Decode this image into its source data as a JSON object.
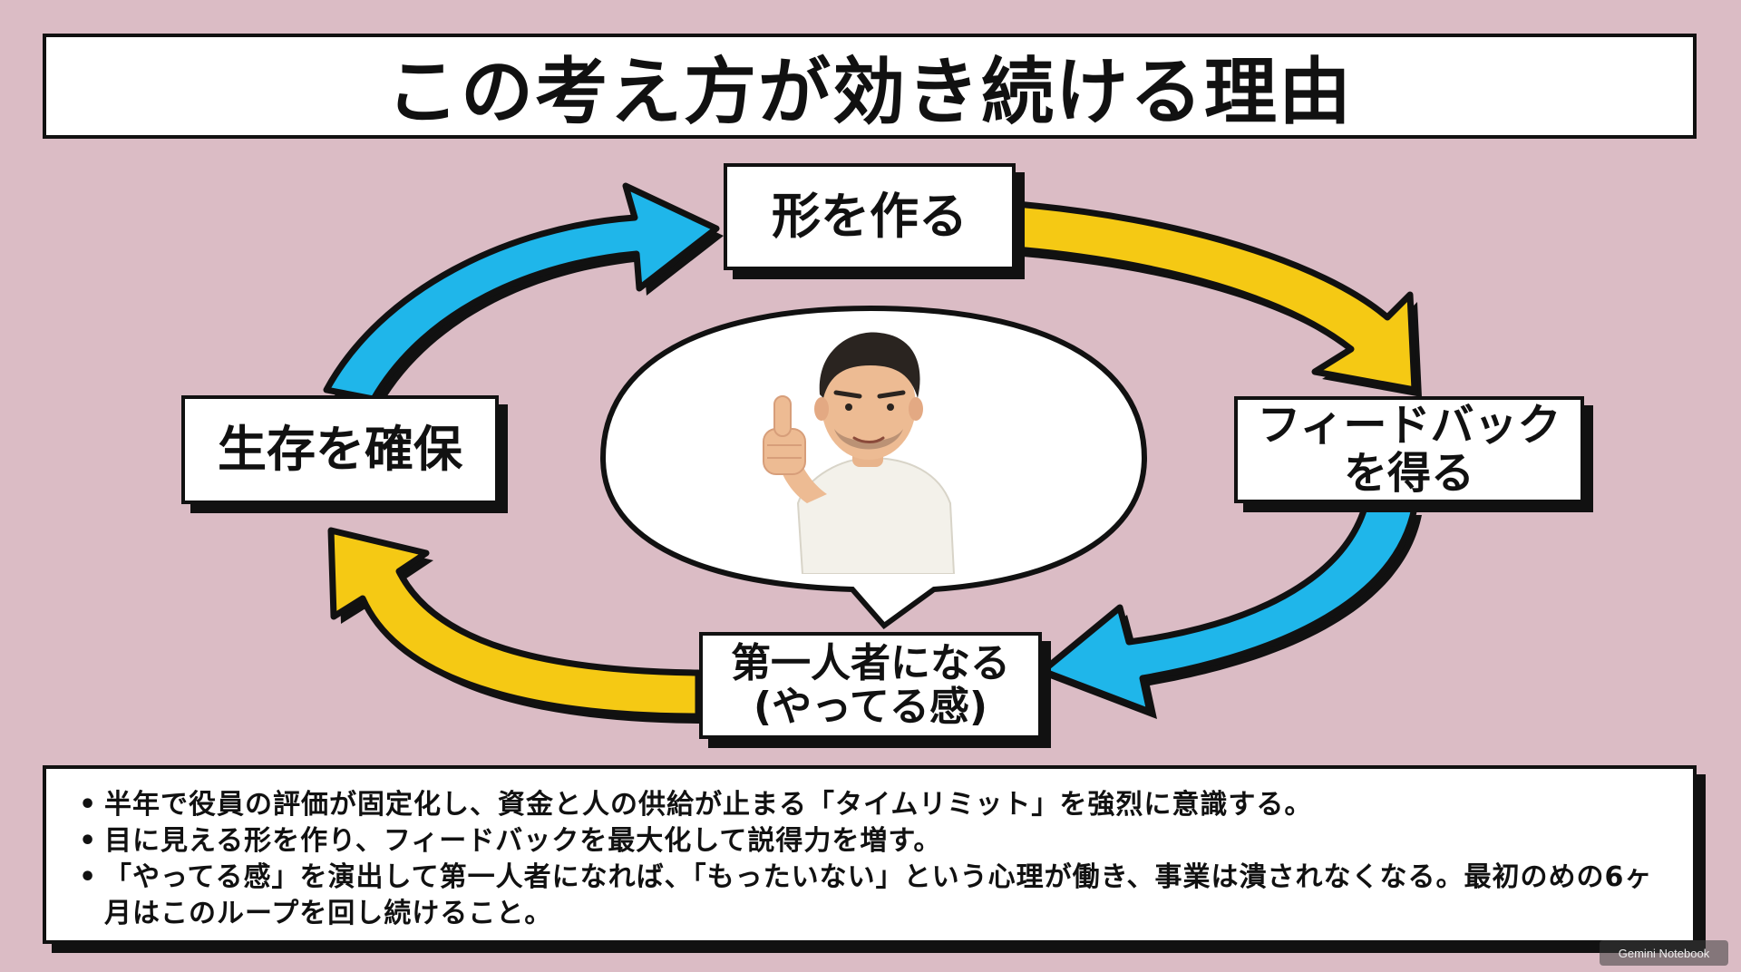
{
  "title": "この考え方が効き続ける理由",
  "cycle": {
    "top": "形を作る",
    "right_line1": "フィードバック",
    "right_line2": "を得る",
    "bottom_line1": "第一人者になる",
    "bottom_line2": "(やってる感)",
    "left": "生存を確保"
  },
  "colors": {
    "background": "#dbbcc5",
    "arrow_blue": "#1fb6ea",
    "arrow_yellow": "#f5c914",
    "outline": "#111111"
  },
  "notes": [
    "半年で役員の評価が固定化し、資金と人の供給が止まる「タイムリミット」を強烈に意識する。",
    "目に見える形を作り、フィードバックを最大化して説得力を増す。",
    "「やってる感」を演出して第一人者になれば、「もったいない」という心理が働き、事業は潰されなくなる。最初のめの6ヶ月はこのループを回し続けること。"
  ],
  "watermark": "Gemini Notebook"
}
